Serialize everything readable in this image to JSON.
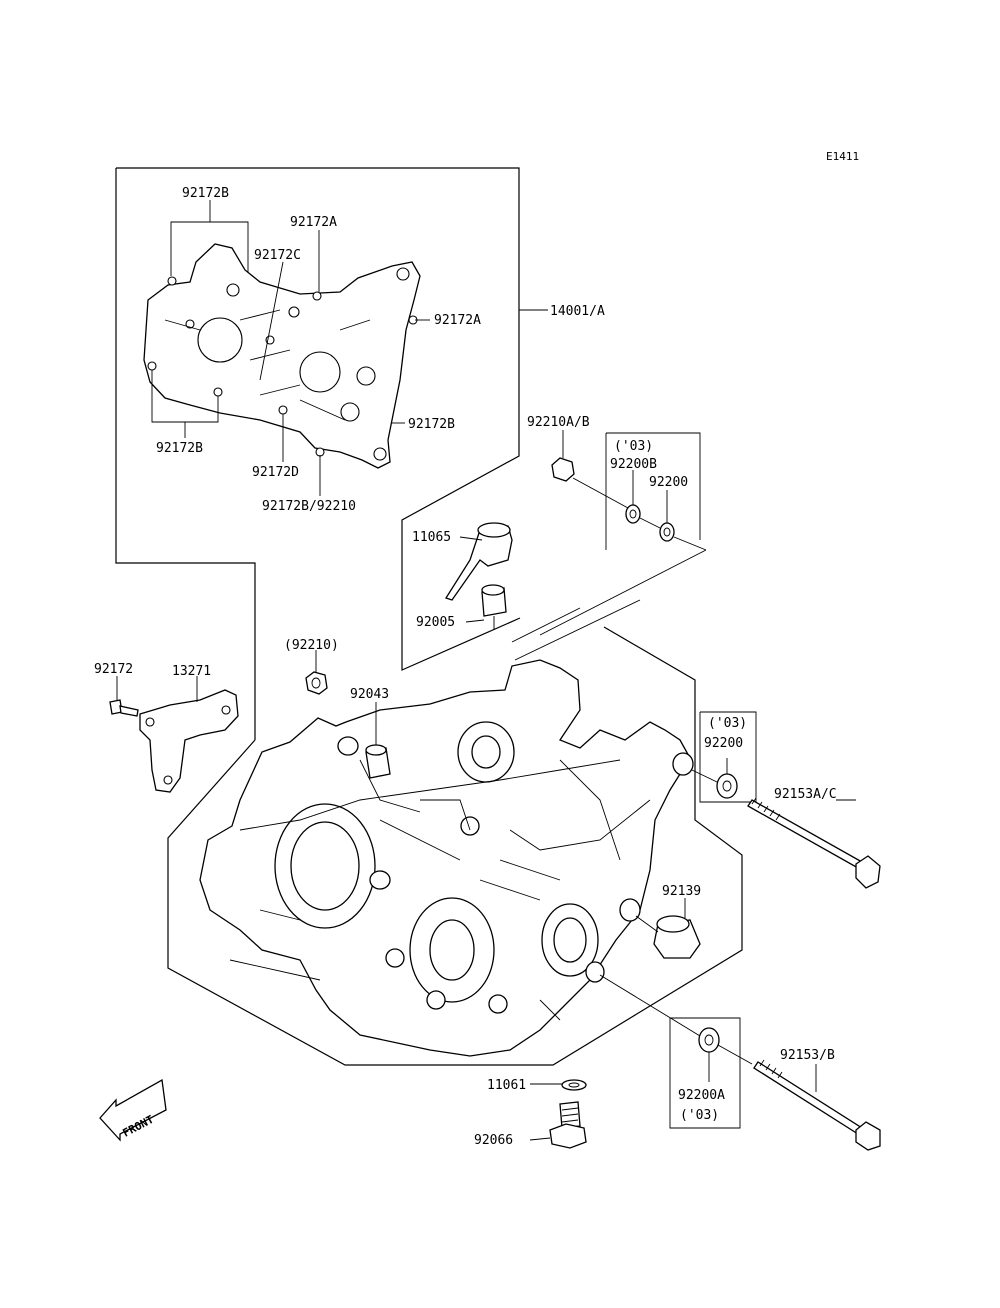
{
  "diagram_ref": "E1411",
  "front_marker": "FRONT",
  "labels": {
    "p92172B_top": "92172B",
    "p92172A_top": "92172A",
    "p92172C": "92172C",
    "p92172A_right": "92172A",
    "p14001A": "14001/A",
    "p92172B_left": "92172B",
    "p92172B_right": "92172B",
    "p92172D": "92172D",
    "p92172B_92210": "92172B/92210",
    "p92210AB": "92210A/B",
    "p03_top": "('03)",
    "p92200B": "92200B",
    "p92200_top": "92200",
    "p11065": "11065",
    "p92005": "92005",
    "p92210_paren": "(92210)",
    "p92172": "92172",
    "p13271": "13271",
    "p92043": "92043",
    "p03_mid": "('03)",
    "p92200_mid": "92200",
    "p92153AC": "92153A/C",
    "p92139": "92139",
    "p11061": "11061",
    "p92066": "92066",
    "p92200A": "92200A",
    "p03_bot": "('03)",
    "p92153B": "92153/B"
  }
}
